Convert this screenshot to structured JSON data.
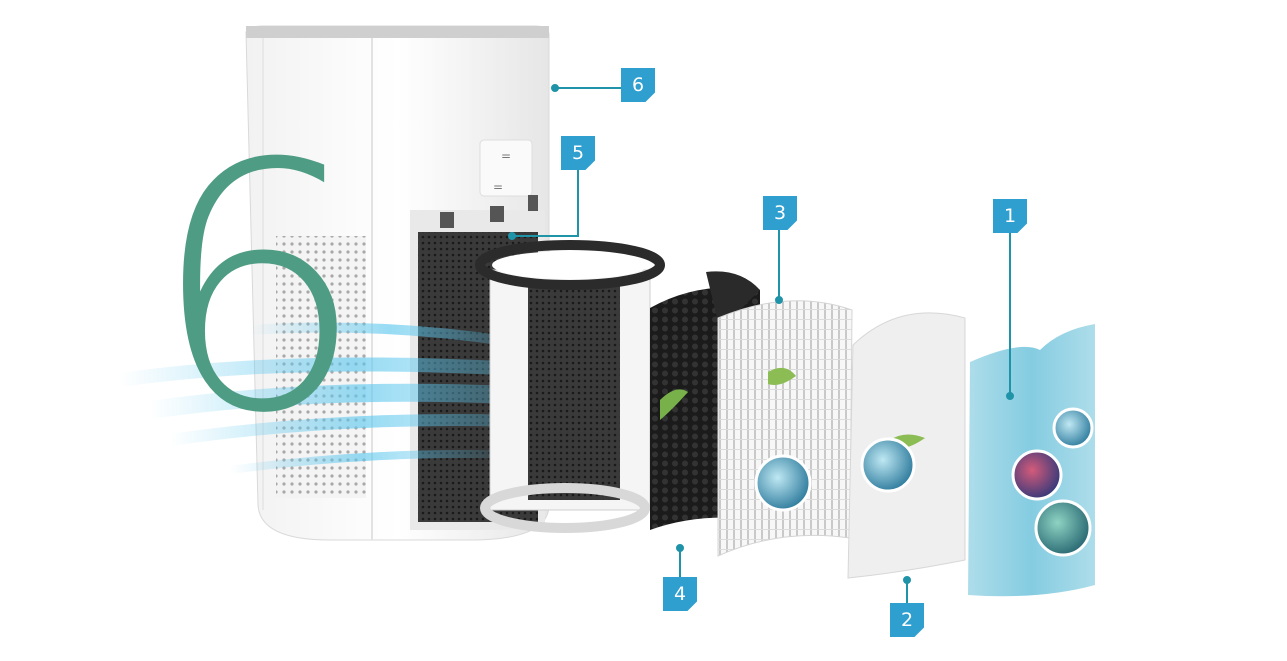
{
  "headline_number": "6",
  "callouts": [
    {
      "id": "badge-1",
      "label": "1"
    },
    {
      "id": "badge-2",
      "label": "2"
    },
    {
      "id": "badge-3",
      "label": "3"
    },
    {
      "id": "badge-4",
      "label": "4"
    },
    {
      "id": "badge-5",
      "label": "5"
    },
    {
      "id": "badge-6",
      "label": "6"
    }
  ],
  "colors": {
    "badge": "#2f9fd0",
    "leader_line": "#1f93a8",
    "numeral": "#4e9c83",
    "airflow": "#5cc7ee",
    "filter_blue": "#7ec9dc"
  },
  "icons": [
    "air-purifier-unit",
    "carbon-filter-icon",
    "hepa-filter-icon",
    "pre-filter-icon",
    "antibacterial-layer-icon",
    "microbe-icon",
    "leaf-icon",
    "airflow-icon"
  ]
}
